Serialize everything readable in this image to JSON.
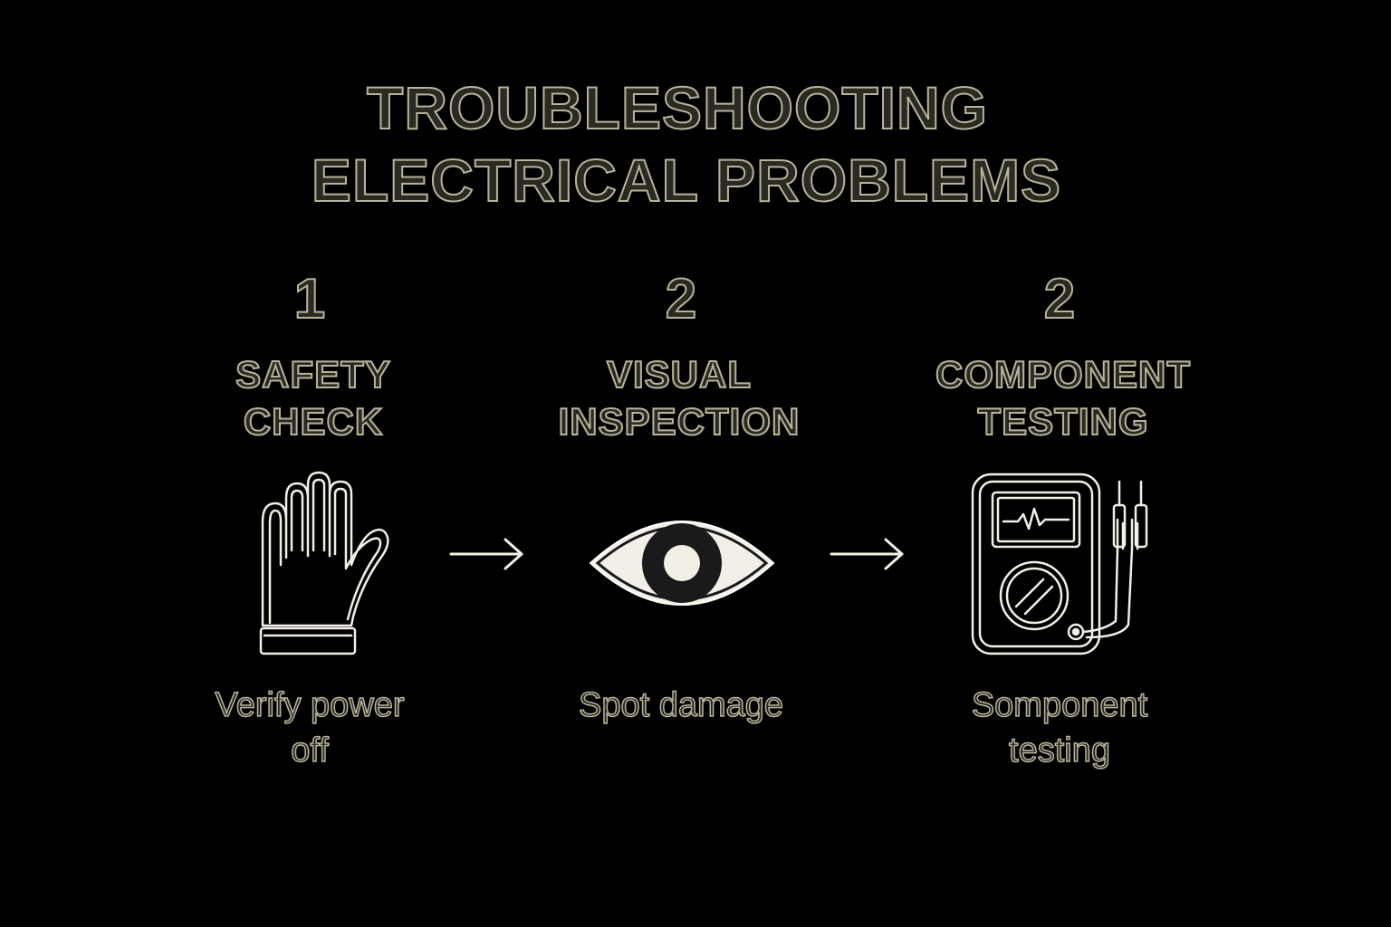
{
  "title": {
    "line1": "TROUBLESHOOTING",
    "line2": "ELECTRICAL PROBLEMS"
  },
  "steps": [
    {
      "number": "1",
      "title_line1": "SAFETY",
      "title_line2": "CHECK",
      "icon": "glove-icon",
      "desc_line1": "Verify power",
      "desc_line2": "off"
    },
    {
      "number": "2",
      "title_line1": "VISUAL",
      "title_line2": "INSPECTION",
      "icon": "eye-icon",
      "desc_line1": "Spot damage",
      "desc_line2": ""
    },
    {
      "number": "2",
      "title_line1": "COMPONENT",
      "title_line2": "TESTING",
      "icon": "multimeter-icon",
      "desc_line1": "Somponent",
      "desc_line2": "testing"
    }
  ],
  "colors": {
    "background": "#000000",
    "text_outline": "#b8b49a",
    "icon_stroke": "#f2efe6"
  }
}
